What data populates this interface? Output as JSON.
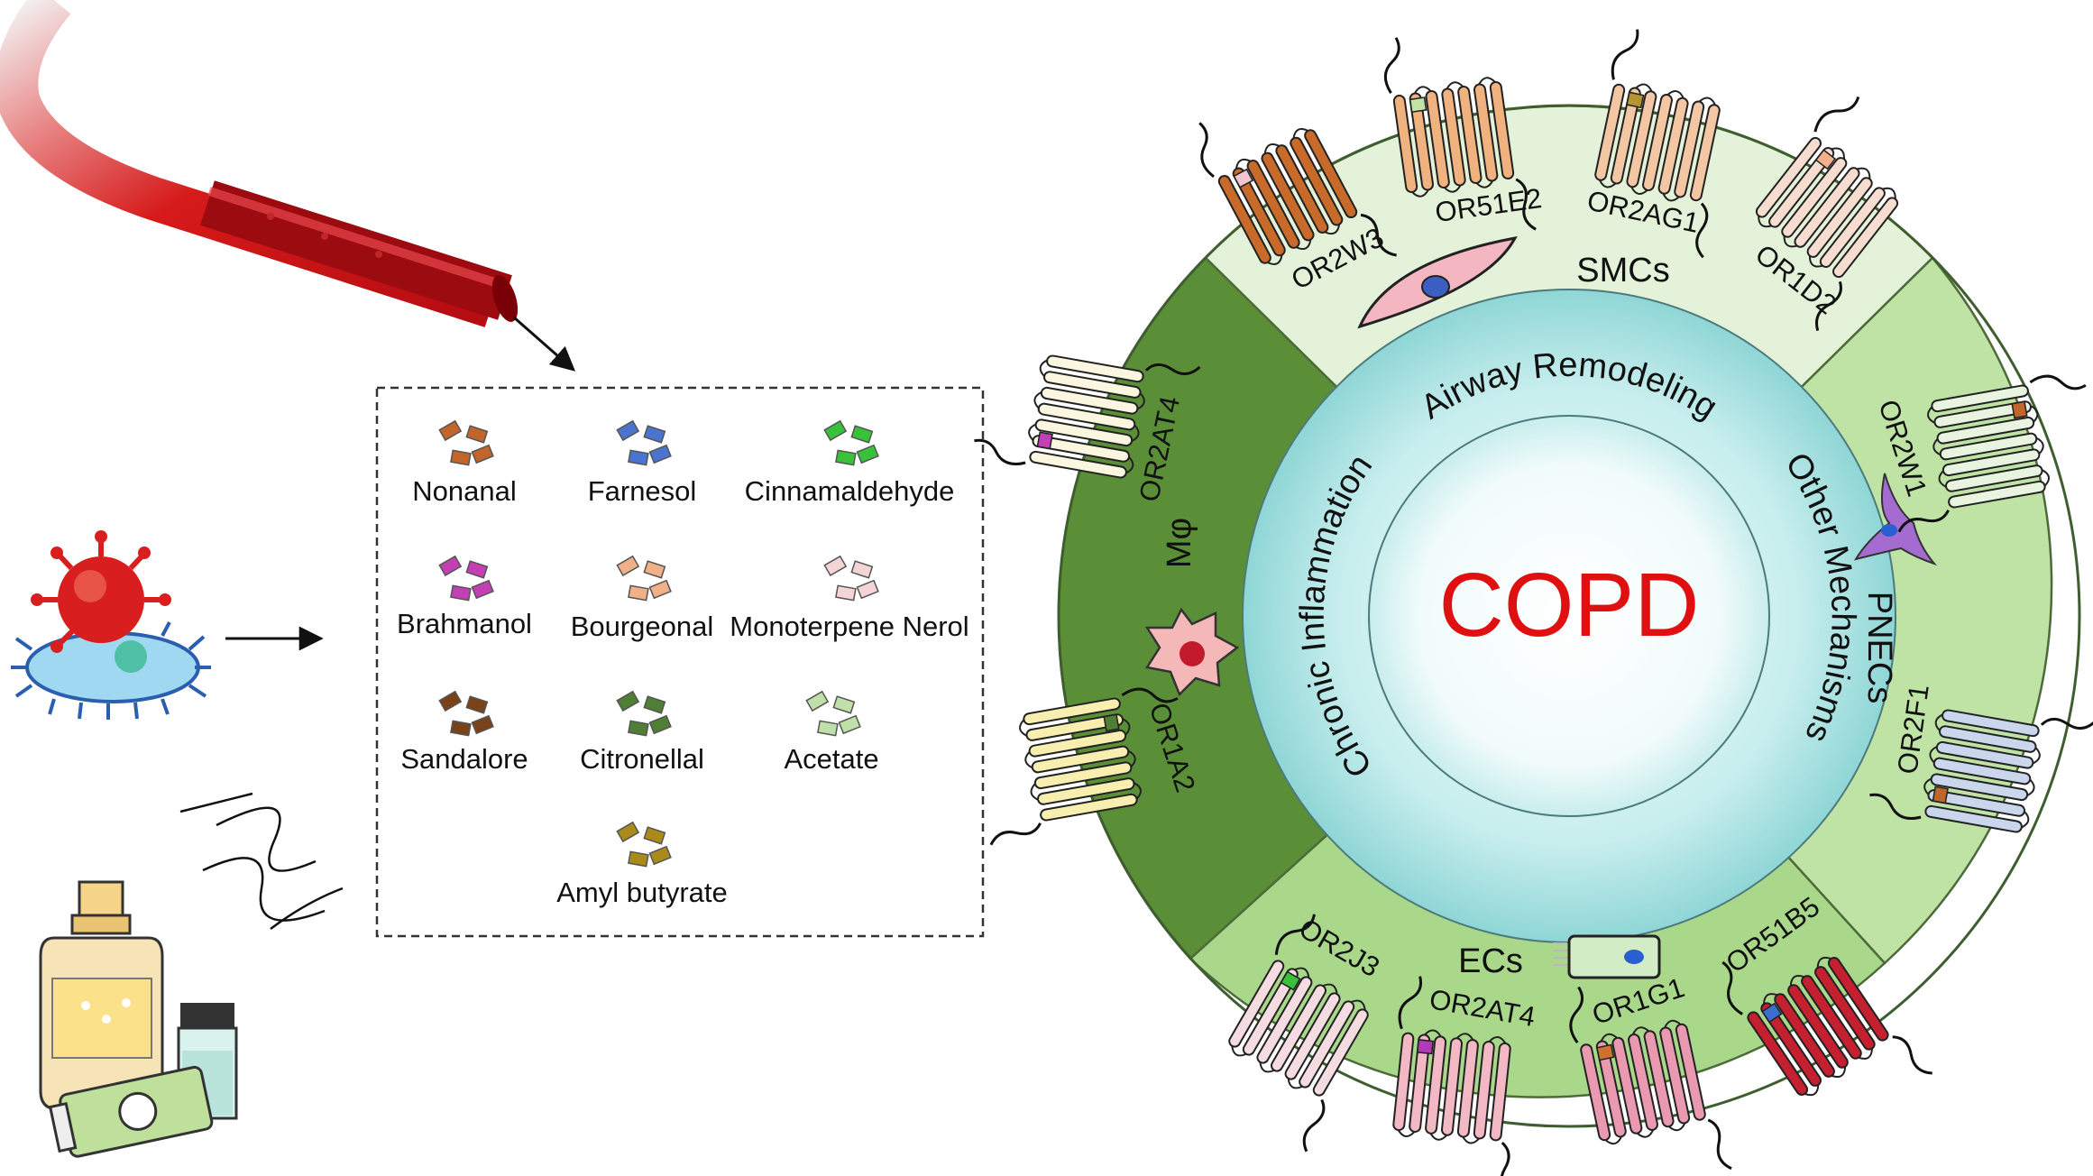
{
  "center": {
    "title": "COPD"
  },
  "mechanisms": {
    "airway_remodeling": "Airway Remodeling",
    "chronic_inflammation": "Chronic Inflammation",
    "other_mechanisms": "Other Mechanisms"
  },
  "cells": {
    "smcs": "SMCs",
    "pnecs": "PNECs",
    "ecs": "ECs",
    "macrophage": "Mφ"
  },
  "receptors": {
    "or2w3": "OR2W3",
    "or51e2": "OR51E2",
    "or2ag1": "OR2AG1",
    "or1d2": "OR1D2",
    "or2w1": "OR2W1",
    "or2f1": "OR2F1",
    "or51b5": "OR51B5",
    "or1g1": "OR1G1",
    "or2at4_ecs": "OR2AT4",
    "or2j3": "OR2J3",
    "or1a2": "OR1A2",
    "or2at4_mphi": "OR2AT4"
  },
  "odorants": [
    {
      "label": "Nonanal",
      "color": "#c1652a"
    },
    {
      "label": "Farnesol",
      "color": "#4a74d0"
    },
    {
      "label": "Cinnamaldehyde",
      "color": "#3ac13a"
    },
    {
      "label": "Brahmanol",
      "color": "#c23fb4"
    },
    {
      "label": "Bourgeonal",
      "color": "#f0b088"
    },
    {
      "label": "Monoterpene Nerol",
      "color": "#f5d4d6"
    },
    {
      "label": "Sandalore",
      "color": "#7a4219"
    },
    {
      "label": "Citronellal",
      "color": "#4e7f34"
    },
    {
      "label": "Acetate",
      "color": "#bfe0a8"
    },
    {
      "label": "Amyl butyrate",
      "color": "#a98a1a"
    }
  ],
  "colors": {
    "smcs_sector": "#e3f2d8",
    "pnecs_sector": "#bfe2a5",
    "ecs_sector": "#a9d88b",
    "mphi_sector": "#5a8f37",
    "inner_ring": "#b6e6e6",
    "copd_text": "#e01010"
  }
}
